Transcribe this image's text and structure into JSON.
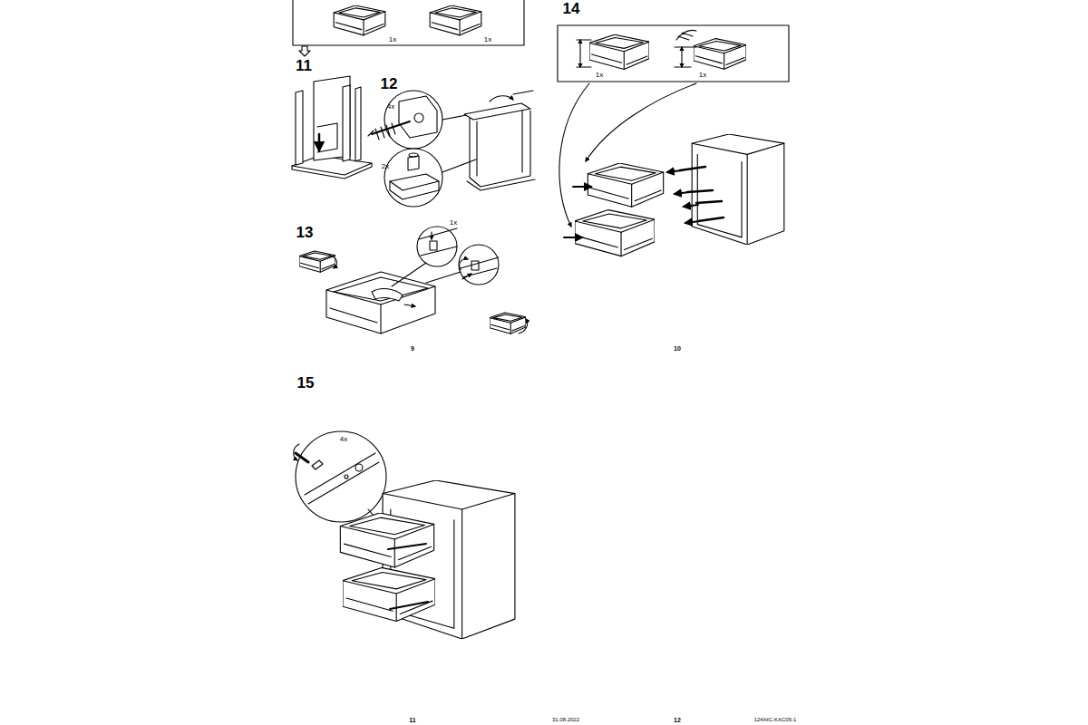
{
  "diagram": {
    "labels": [
      "1x",
      "1x",
      "11",
      "12",
      "4x",
      "2x",
      "13",
      "1x",
      "9",
      "14",
      "1x",
      "1x",
      "10",
      "15",
      "4x",
      "11",
      "31.08.2022",
      "12",
      "124/HC-KAC05-1"
    ]
  }
}
